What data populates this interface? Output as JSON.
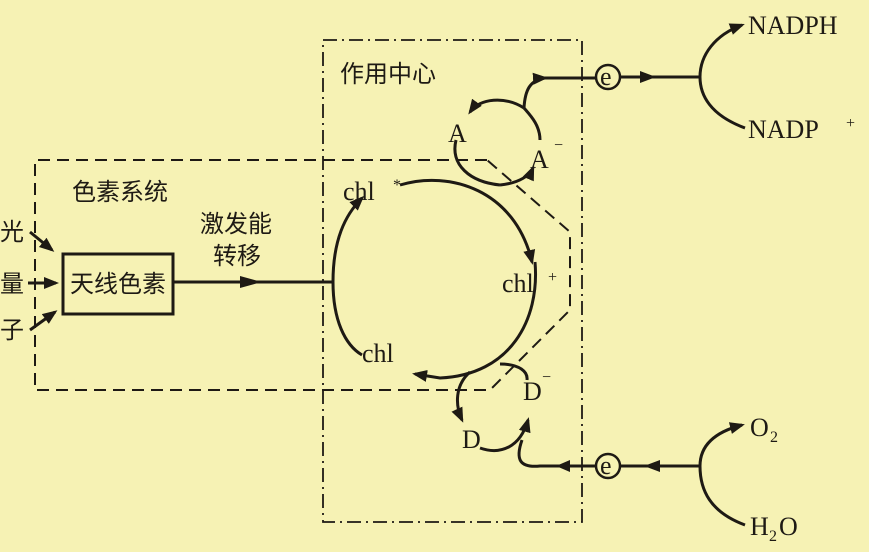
{
  "colors": {
    "background": "#f6f2b4",
    "ink": "#1e1a14"
  },
  "labels": {
    "reaction_center": "作用中心",
    "pigment_system": "色素系统",
    "light_1": "光",
    "light_2": "量",
    "light_3": "子",
    "antenna": "天线色素",
    "transfer_1": "激发能",
    "transfer_2": "转移",
    "chl_excited": "chl",
    "chl_excited_sup": "*",
    "chl_plus": "chl",
    "chl_plus_sup": "+",
    "chl_ground": "chl",
    "acceptor": "A",
    "acceptor_reduced": "A",
    "acceptor_reduced_sup": "−",
    "donor_oxidized": "D",
    "donor_oxidized_sup": "−",
    "donor": "D",
    "electron_top": "e",
    "electron_bottom": "e",
    "nadph": "NADPH",
    "nadp": "NADP",
    "nadp_sup": "+",
    "o2": "O",
    "o2_sub": "2",
    "h2o_h": "H",
    "h2o_sub": "2",
    "h2o_o": "O"
  }
}
